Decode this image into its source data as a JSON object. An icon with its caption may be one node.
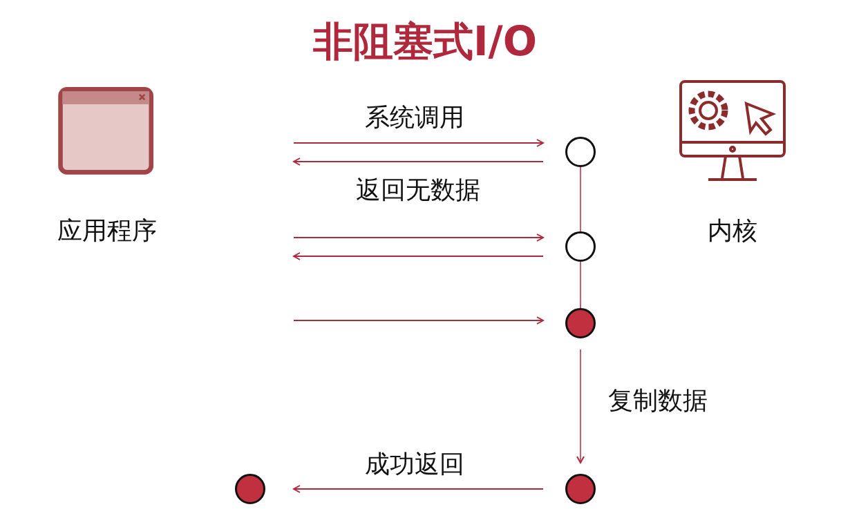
{
  "diagram": {
    "title": "非阻塞式I/O",
    "nodes": [
      {
        "text": [
          "应用程序"
        ]
      },
      {
        "text": [
          "内核"
        ]
      },
      {
        "text": [],
        "shape": "circle"
      },
      {
        "text": [],
        "shape": "circle"
      },
      {
        "text": [],
        "shape": "circle"
      },
      {
        "text": [],
        "shape": "circle"
      },
      {
        "text": [],
        "shape": "circle"
      }
    ],
    "edges": [
      {
        "from": null,
        "to": 2,
        "arrow": "to",
        "label": "系统调用"
      },
      {
        "from": 2,
        "to": null,
        "arrow": "to",
        "label": "返回无数据"
      },
      {
        "from": 2,
        "to": 3,
        "arrow": "none"
      },
      {
        "from": null,
        "to": 3,
        "arrow": "to"
      },
      {
        "from": 3,
        "to": null,
        "arrow": "to"
      },
      {
        "from": 3,
        "to": 4,
        "arrow": "none"
      },
      {
        "from": null,
        "to": 4,
        "arrow": "to"
      },
      {
        "from": 4,
        "to": 5,
        "arrow": "to",
        "label": "复制数据"
      },
      {
        "from": 5,
        "to": 6,
        "arrow": "to",
        "label": "成功返回"
      }
    ]
  }
}
